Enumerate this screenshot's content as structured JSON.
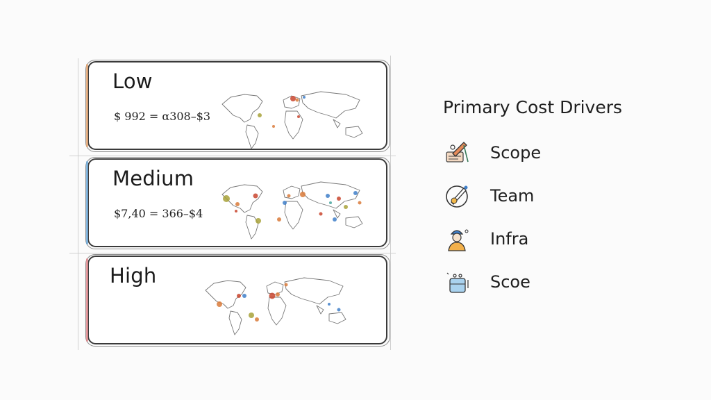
{
  "tiers": [
    {
      "title": "Low",
      "price": "$ 992  =  α308–$3",
      "accent": "#e2a36e"
    },
    {
      "title": "Medium",
      "price": "$7,40  =  366–$4",
      "accent": "#6aa7d8"
    },
    {
      "title": "High",
      "price": "",
      "accent": "#e0848a"
    }
  ],
  "drivers": {
    "title": "Primary Cost Drivers",
    "items": [
      {
        "label": "Scope",
        "icon": "drafting-icon"
      },
      {
        "label": "Team",
        "icon": "pencil-circle-icon"
      },
      {
        "label": "Infra",
        "icon": "engineer-icon"
      },
      {
        "label": "Scoe",
        "icon": "server-icon"
      }
    ]
  },
  "colors": {
    "orange": "#d97a3a",
    "red": "#c9452e",
    "olive": "#a8a23a",
    "blue": "#3f7fc9",
    "teal": "#4aa6a0"
  }
}
